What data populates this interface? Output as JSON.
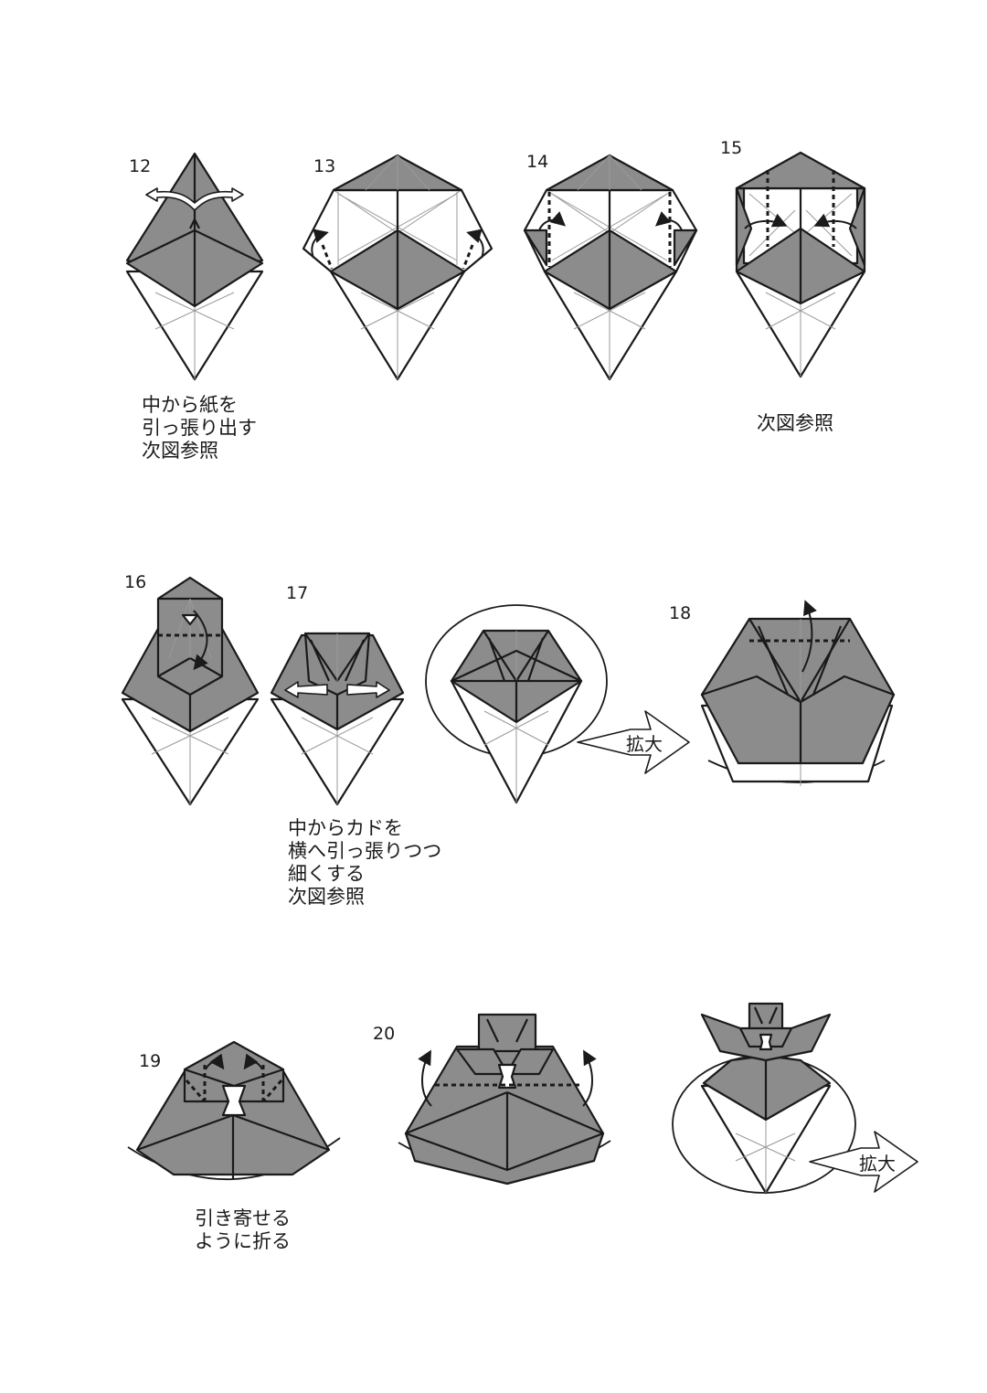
{
  "steps": {
    "s12": {
      "number": "12",
      "caption": [
        "中から紙を",
        "引っ張り出す",
        "次図参照"
      ]
    },
    "s13": {
      "number": "13"
    },
    "s14": {
      "number": "14"
    },
    "s15": {
      "number": "15",
      "caption": [
        "次図参照"
      ]
    },
    "s16": {
      "number": "16"
    },
    "s17": {
      "number": "17",
      "caption": [
        "中からカドを",
        "横へ引っ張りつつ",
        "細くする",
        "次図参照"
      ]
    },
    "s18": {
      "number": "18"
    },
    "s19": {
      "number": "19",
      "caption": [
        "引き寄せる",
        "ように折る"
      ]
    },
    "s20": {
      "number": "20"
    }
  },
  "zoom_label_1": "拡大",
  "zoom_label_2": "拡大",
  "colors": {
    "paper_colored": "#8c8c8c",
    "paper_white": "#ffffff",
    "line": "#1a1a1a",
    "crease": "#9a9a9a"
  }
}
